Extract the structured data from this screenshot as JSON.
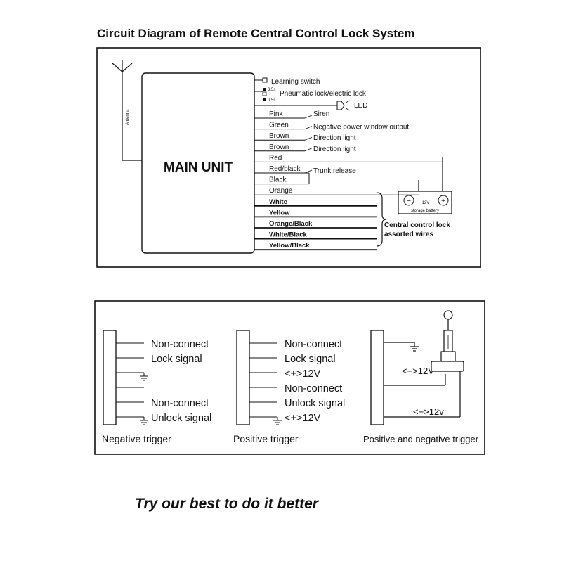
{
  "title": "Circuit Diagram of Remote Central Control Lock System",
  "main_unit": "MAIN UNIT",
  "antenna": "Antenna",
  "top_connectors": [
    {
      "label": "Learning switch"
    },
    {
      "label": "Pneumatic lock/electric lock",
      "sub": [
        "3.5s",
        "0.5s"
      ]
    },
    {
      "label": "LED"
    }
  ],
  "wires": [
    {
      "color": "Pink",
      "desc": "Siren"
    },
    {
      "color": "Green",
      "desc": "Negative power window output"
    },
    {
      "color": "Brown",
      "desc": "Direction light"
    },
    {
      "color": "Brown",
      "desc": "Direction light"
    },
    {
      "color": "Red",
      "desc": ""
    },
    {
      "color": "Red/black",
      "desc": "Trunk release"
    },
    {
      "color": "Black",
      "desc": ""
    },
    {
      "color": "Orange",
      "desc": ""
    },
    {
      "color": "White",
      "desc": ""
    },
    {
      "color": "Yellow",
      "desc": ""
    },
    {
      "color": "Orange/Black",
      "desc": ""
    },
    {
      "color": "White/Black",
      "desc": ""
    },
    {
      "color": "Yellow/Black",
      "desc": ""
    }
  ],
  "battery": {
    "minus": "−",
    "plus": "+",
    "voltage": "12V",
    "label": "storage battery"
  },
  "assorted_label": [
    "Central control lock",
    "assorted wires"
  ],
  "triggers": [
    {
      "caption": "Negative trigger",
      "pins": [
        {
          "label": "Non-connect",
          "ground": false
        },
        {
          "label": "Lock signal",
          "ground": false
        },
        {
          "label": "",
          "ground": true
        },
        {
          "label": "",
          "ground": false
        },
        {
          "label": "Non-connect",
          "ground": false
        },
        {
          "label": "Unlock signal",
          "ground": true
        }
      ]
    },
    {
      "caption": "Positive  trigger",
      "pins": [
        {
          "label": "Non-connect",
          "ground": false
        },
        {
          "label": "Lock signal",
          "ground": false
        },
        {
          "label": "<+>12V",
          "ground": false
        },
        {
          "label": "Non-connect",
          "ground": false
        },
        {
          "label": "Unlock signal",
          "ground": false
        },
        {
          "label": "<+>12V",
          "ground": true
        }
      ]
    },
    {
      "caption": "Positive and negative trigger",
      "labels": [
        "<+>12V",
        "<+>12v"
      ]
    }
  ],
  "slogan": "Try our best to do it better"
}
